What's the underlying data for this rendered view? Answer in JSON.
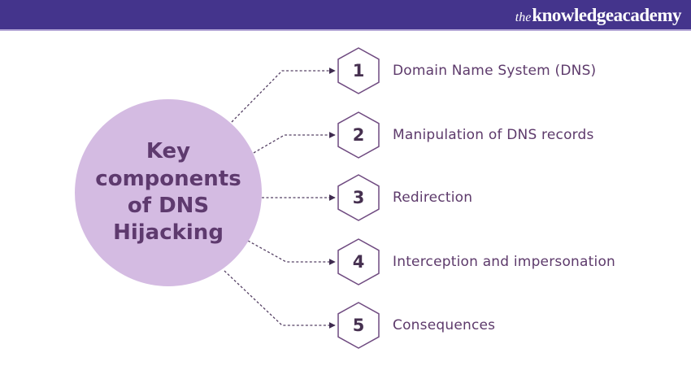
{
  "header": {
    "logo_the": "the",
    "logo_rest": "knowledgeacademy"
  },
  "circle": {
    "lines": [
      "Key",
      "components",
      "of DNS",
      "Hijacking"
    ]
  },
  "items": [
    {
      "number": "1",
      "label": "Domain Name System (DNS)"
    },
    {
      "number": "2",
      "label": "Manipulation of DNS records"
    },
    {
      "number": "3",
      "label": "Redirection"
    },
    {
      "number": "4",
      "label": "Interception and impersonation"
    },
    {
      "number": "5",
      "label": "Consequences"
    }
  ],
  "colors": {
    "header_bg": "#44348c",
    "header_border": "#b3a6d6",
    "circle_fill": "#d4bbe2",
    "title_text": "#5e3a6e",
    "hex_border": "#6f4a80",
    "number_text": "#463050",
    "label_text": "#5d3a6b",
    "connector": "#554064"
  }
}
